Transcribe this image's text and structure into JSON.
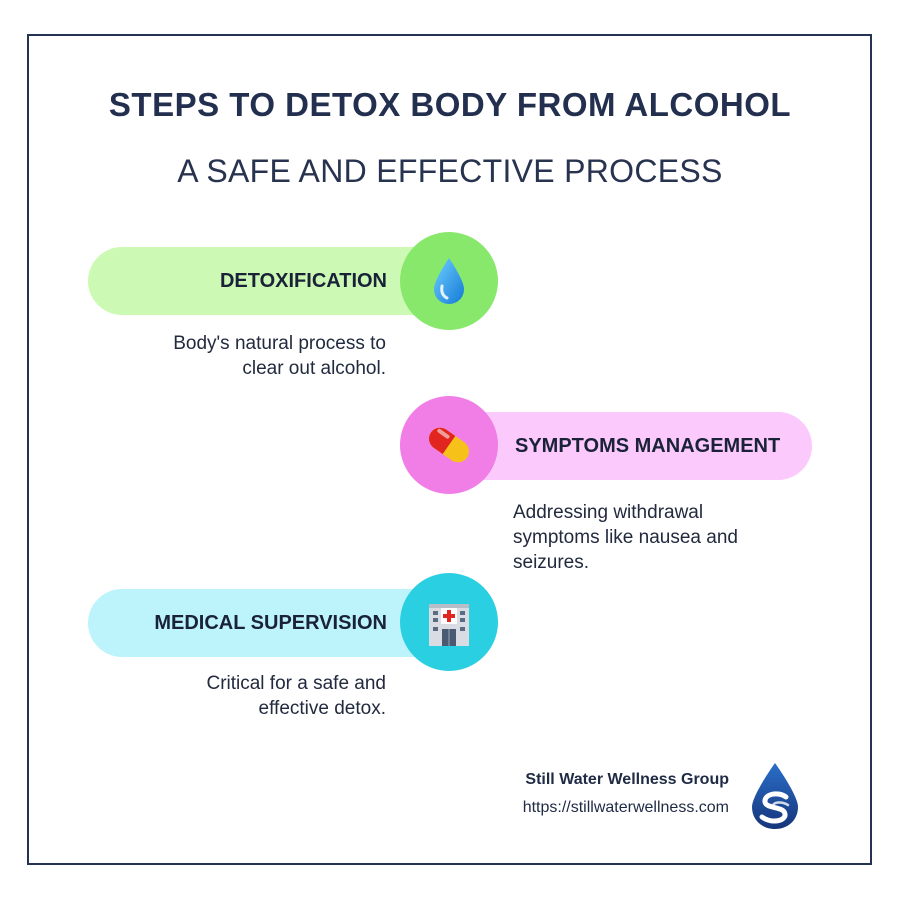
{
  "header": {
    "title": "STEPS TO DETOX BODY FROM ALCOHOL",
    "subtitle": "A SAFE AND EFFECTIVE PROCESS"
  },
  "steps": [
    {
      "label": "DETOXIFICATION",
      "description_line1": "Body's natural process to",
      "description_line2": "clear out alcohol.",
      "icon": "water-drop-icon",
      "pill_color": "#ccfab5",
      "circle_color": "#88e86c"
    },
    {
      "label": "SYMPTOMS MANAGEMENT",
      "description_line1": "Addressing withdrawal",
      "description_line2": "symptoms like nausea and",
      "description_line3": "seizures.",
      "icon": "pill-capsule-icon",
      "pill_color": "#fbc9fb",
      "circle_color": "#f07ee6"
    },
    {
      "label": "MEDICAL SUPERVISION",
      "description_line1": "Critical for a safe and",
      "description_line2": "effective detox.",
      "icon": "hospital-icon",
      "pill_color": "#bdf3fb",
      "circle_color": "#2ad0e1"
    }
  ],
  "footer": {
    "brand_name": "Still Water Wellness Group",
    "url": "https://stillwaterwellness.com",
    "logo": "water-drop-logo-icon"
  },
  "colors": {
    "border": "#243352",
    "title_text": "#232f4e",
    "logo_blue": "#1b4a9c"
  }
}
